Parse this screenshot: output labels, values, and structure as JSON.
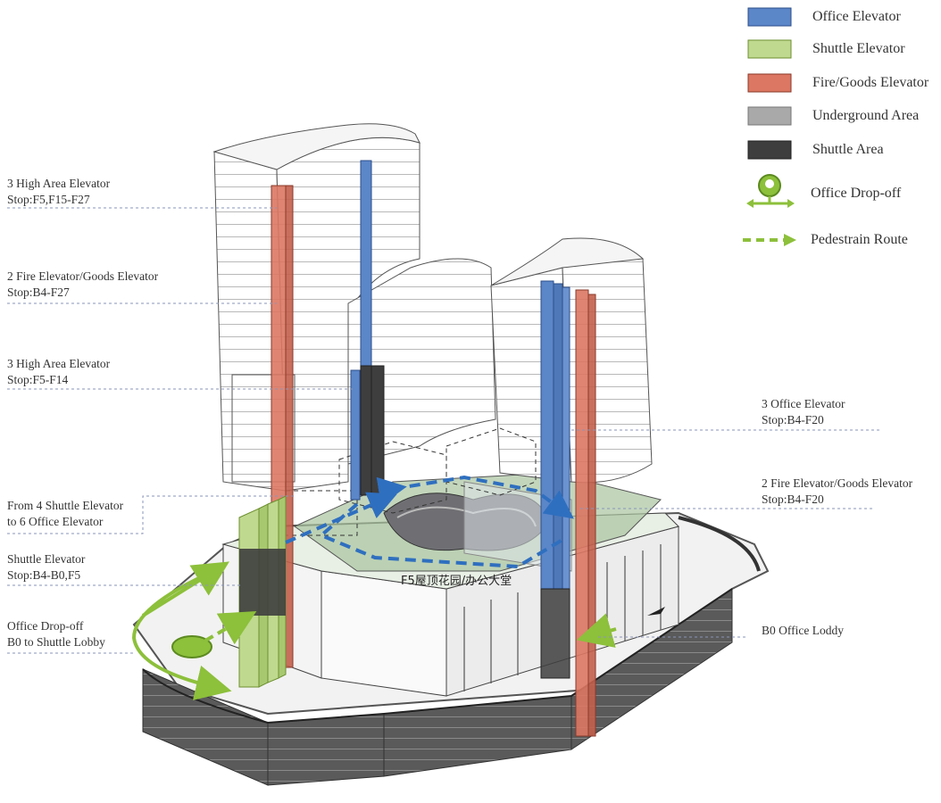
{
  "legend": {
    "items": [
      {
        "label": "Office Elevator",
        "color": "#5b86c8"
      },
      {
        "label": "Shuttle Elevator",
        "color": "#bfd98f"
      },
      {
        "label": "Fire/Goods Elevator",
        "color": "#dc7763"
      },
      {
        "label": "Underground Area",
        "color": "#a9a9a9"
      },
      {
        "label": "Shuttle Area",
        "color": "#3e3e3e"
      }
    ],
    "dropoff_label": "Office Drop-off",
    "route_label": "Pedestrain Route",
    "accent_color": "#8dc03b"
  },
  "annotations": {
    "left": [
      {
        "line1": "3 High Area Elevator",
        "line2": "Stop:F5,F15-F27"
      },
      {
        "line1": "2 Fire Elevator/Goods Elevator",
        "line2": "Stop:B4-F27"
      },
      {
        "line1": "3 High Area Elevator",
        "line2": "Stop:F5-F14"
      },
      {
        "line1": "From 4 Shuttle Elevator",
        "line2": "to 6 Office Elevator"
      },
      {
        "line1": "Shuttle Elevator",
        "line2": "Stop:B4-B0,F5"
      },
      {
        "line1": "Office Drop-off",
        "line2": "B0 to Shuttle Lobby"
      }
    ],
    "right": [
      {
        "line1": "3 Office Elevator",
        "line2": "Stop:B4-F20"
      },
      {
        "line1": "2 Fire Elevator/Goods Elevator",
        "line2": "Stop:B4-F20"
      },
      {
        "line1": "B0 Office Loddy",
        "line2": ""
      }
    ]
  },
  "floor_label": "F5屋顶花园/办公大堂"
}
